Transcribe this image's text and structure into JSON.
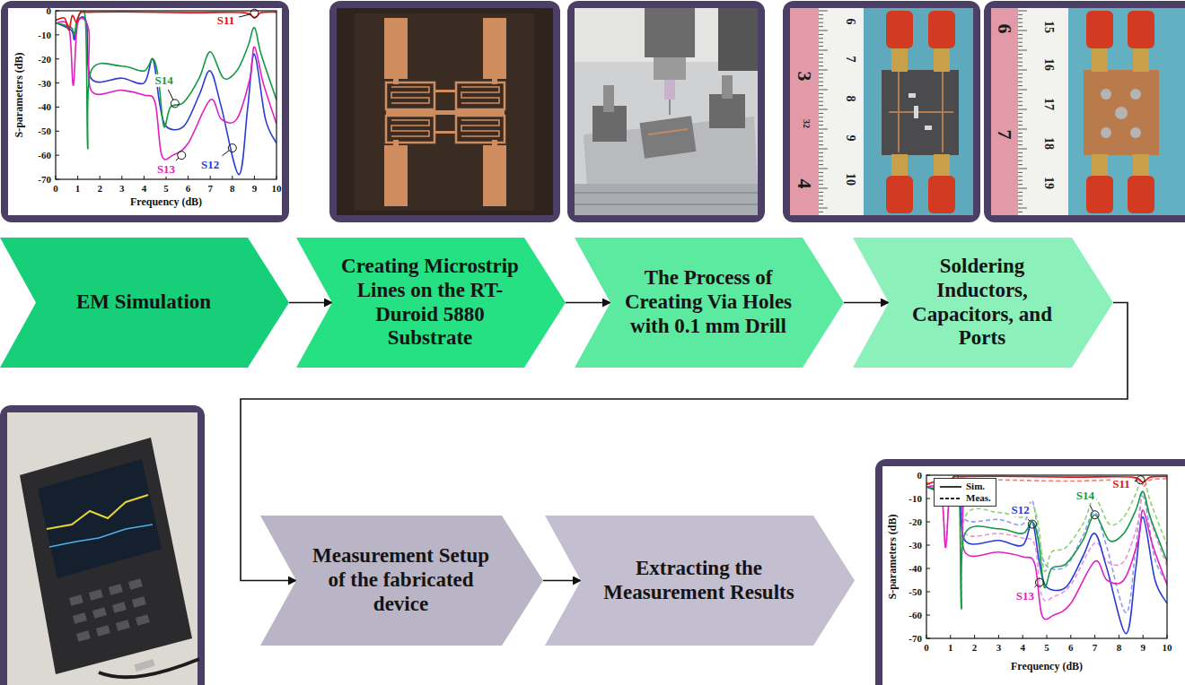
{
  "diagram": {
    "nodes": [
      {
        "text": [
          "EM Simulation"
        ]
      },
      {
        "text": [
          "Creating Microstrip Lines on the RT- Duroid 5880 Substrate"
        ]
      },
      {
        "text": [
          "The Process of Creating Via Holes with 0.1 mm Drill"
        ]
      },
      {
        "text": [
          "Soldering Inductors, Capacitors, and Ports"
        ]
      },
      {
        "text": [
          "Measurement Setup of the fabricated device"
        ]
      },
      {
        "text": [
          "Extracting the Measurement Results"
        ]
      }
    ],
    "edges": [
      {
        "from": 0,
        "to": 1,
        "arrow": "to"
      },
      {
        "from": 1,
        "to": 2,
        "arrow": "to"
      },
      {
        "from": 2,
        "to": 3,
        "arrow": "to"
      },
      {
        "from": 3,
        "to": 4,
        "arrow": "to"
      },
      {
        "from": 4,
        "to": 5,
        "arrow": "to"
      }
    ],
    "labels": [
      "0",
      "-10",
      "-20",
      "-30",
      "-40",
      "-50",
      "-60",
      "-70",
      "0",
      "1",
      "2",
      "3",
      "4",
      "5",
      "6",
      "7",
      "8",
      "9",
      "10",
      "S-parameters (dB)",
      "Frequency (dB)",
      "S11",
      "S14",
      "S13",
      "S12",
      "3",
      "32",
      "4",
      "6",
      "7",
      "8",
      "9",
      "10",
      "6",
      "7",
      "15",
      "16",
      "17",
      "18",
      "19",
      "0",
      "-10",
      "-20",
      "-30",
      "-40",
      "-50",
      "-60",
      "-70",
      "0",
      "1",
      "2",
      "3",
      "4",
      "5",
      "6",
      "7",
      "8",
      "9",
      "10",
      "S-parameters (dB)",
      "Frequency (dB)",
      "S12",
      "S13",
      "S14",
      "S11"
    ],
    "legend": [
      {
        "text": "Sim."
      },
      {
        "text": "Meas."
      }
    ]
  }
}
